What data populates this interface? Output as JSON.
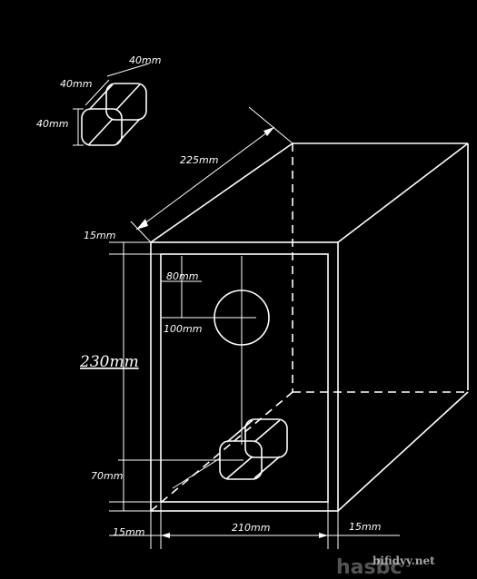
{
  "labels": {
    "port_width": "40mm",
    "port_depth": "40mm",
    "port_height": "40mm",
    "depth": "225mm",
    "top_panel": "15mm",
    "height": "230mm",
    "hole_offset": "80mm",
    "hole_size": "100mm",
    "port_offset": "70mm",
    "bottom_panel": "15mm",
    "inner_width": "210mm",
    "right_panel": "15mm"
  },
  "watermark": {
    "brand": "hasbc",
    "site": "bifidyy.net"
  }
}
